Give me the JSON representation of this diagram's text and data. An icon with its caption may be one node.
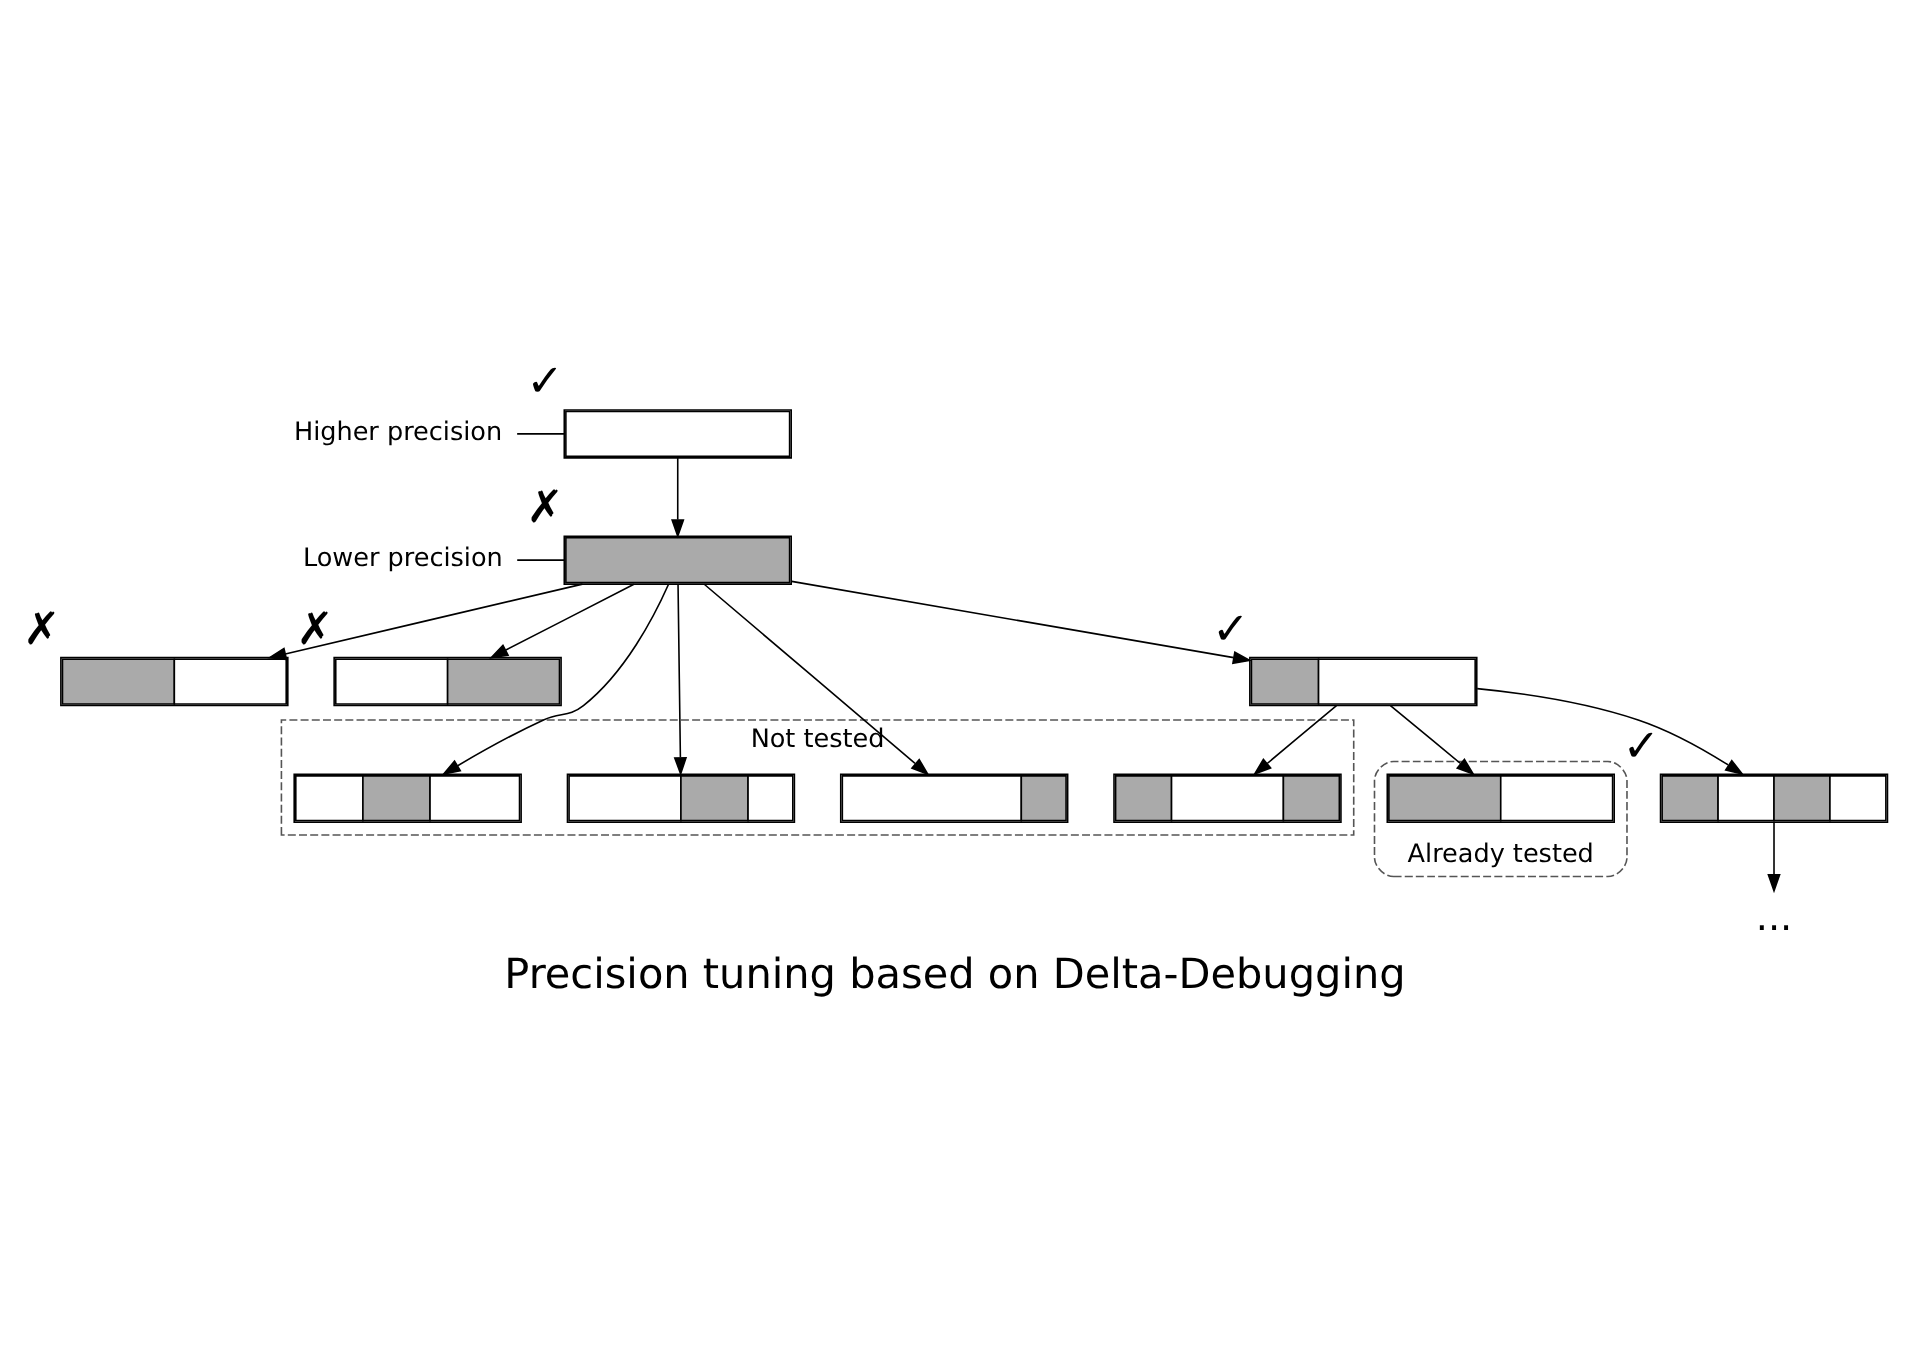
{
  "diagram": {
    "title": "Precision tuning based on Delta-Debugging",
    "nodes": [
      {
        "text": [
          "Higher precision"
        ]
      },
      {
        "text": [],
        "shape": "bar",
        "beside": [
          "✓"
        ]
      },
      {
        "text": [
          "Lower precision"
        ]
      },
      {
        "text": [],
        "shape": "bar",
        "beside": [
          "✗"
        ]
      },
      {
        "text": [],
        "shape": "bar",
        "beside": [
          "✗"
        ]
      },
      {
        "text": [],
        "shape": "bar",
        "beside": [
          "✗"
        ]
      },
      {
        "text": [],
        "shape": "bar",
        "beside": [
          "✓"
        ]
      },
      {
        "text": [
          "Not tested"
        ]
      },
      {
        "text": [],
        "shape": "bar",
        "in": 7
      },
      {
        "text": [],
        "shape": "bar",
        "in": 7
      },
      {
        "text": [],
        "shape": "bar",
        "in": 7
      },
      {
        "text": [
          "Already tested"
        ]
      },
      {
        "text": [],
        "shape": "bar",
        "in": 11
      },
      {
        "text": [],
        "shape": "bar",
        "beside": [
          "✓"
        ]
      },
      {
        "text": [],
        "shape": "bar",
        "in": 7
      },
      {
        "text": [
          "..."
        ]
      }
    ],
    "edges": [
      {
        "from": 0,
        "to": 1,
        "arrow": "none"
      },
      {
        "from": 1,
        "to": 3,
        "arrow": "to"
      },
      {
        "from": 2,
        "to": 3,
        "arrow": "none"
      },
      {
        "from": 3,
        "to": 4,
        "arrow": "to"
      },
      {
        "from": 3,
        "to": 5,
        "arrow": "to"
      },
      {
        "from": 3,
        "to": 6,
        "arrow": "to"
      },
      {
        "from": 3,
        "to": 8,
        "arrow": "to"
      },
      {
        "from": 3,
        "to": 9,
        "arrow": "to"
      },
      {
        "from": 3,
        "to": 10,
        "arrow": "to"
      },
      {
        "from": 6,
        "to": 12,
        "arrow": "to"
      },
      {
        "from": 6,
        "to": 13,
        "arrow": "to"
      },
      {
        "from": 6,
        "to": 14,
        "arrow": "to"
      },
      {
        "from": 13,
        "to": 15,
        "arrow": "to"
      }
    ]
  }
}
